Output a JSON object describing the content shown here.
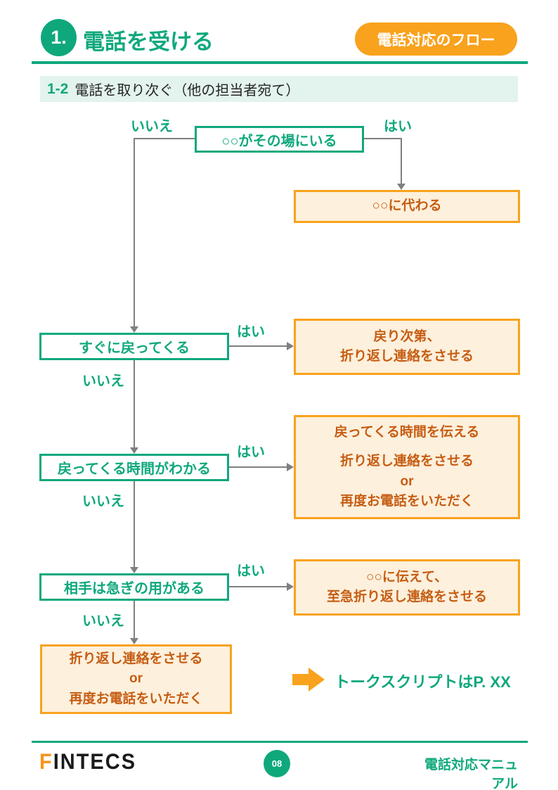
{
  "colors": {
    "green": "#0FA87D",
    "mint": "#E3F3ED",
    "orange": "#F9A21D",
    "cream": "#FDF0DC",
    "orange_text": "#C65D13",
    "gray": "#7F7F7F",
    "dark": "#262626",
    "logo_black": "#1A1A1A",
    "logo_orange": "#F7941D"
  },
  "header": {
    "number": "1.",
    "title": "電話を受ける",
    "badge": "電話対応のフロー"
  },
  "section": {
    "number": "1-2",
    "title": "電話を取り次ぐ（他の担当者宛て）"
  },
  "flowchart": {
    "labels": {
      "yes": "はい",
      "no": "いいえ"
    },
    "decisions": [
      {
        "text": "○○がその場にいる"
      },
      {
        "text": "すぐに戻ってくる"
      },
      {
        "text": "戻ってくる時間がわかる"
      },
      {
        "text": "相手は急ぎの用がある"
      }
    ],
    "outcomes": [
      {
        "lines": [
          "○○に代わる"
        ]
      },
      {
        "lines": [
          "戻り次第、",
          "折り返し連絡をさせる"
        ]
      },
      {
        "lines": [
          "戻ってくる時間を伝える",
          "折り返し連絡をさせる",
          "or",
          "再度お電話をいただく"
        ]
      },
      {
        "lines": [
          "○○に伝えて、",
          "至急折り返し連絡をさせる"
        ]
      },
      {
        "lines": [
          "折り返し連絡をさせる",
          "or",
          "再度お電話をいただく"
        ]
      }
    ],
    "note": "トークスクリプトはP. XX"
  },
  "footer": {
    "logo_f": "F",
    "logo_rest": "INTECS",
    "page": "08",
    "manual": "電話対応マニュアル"
  }
}
